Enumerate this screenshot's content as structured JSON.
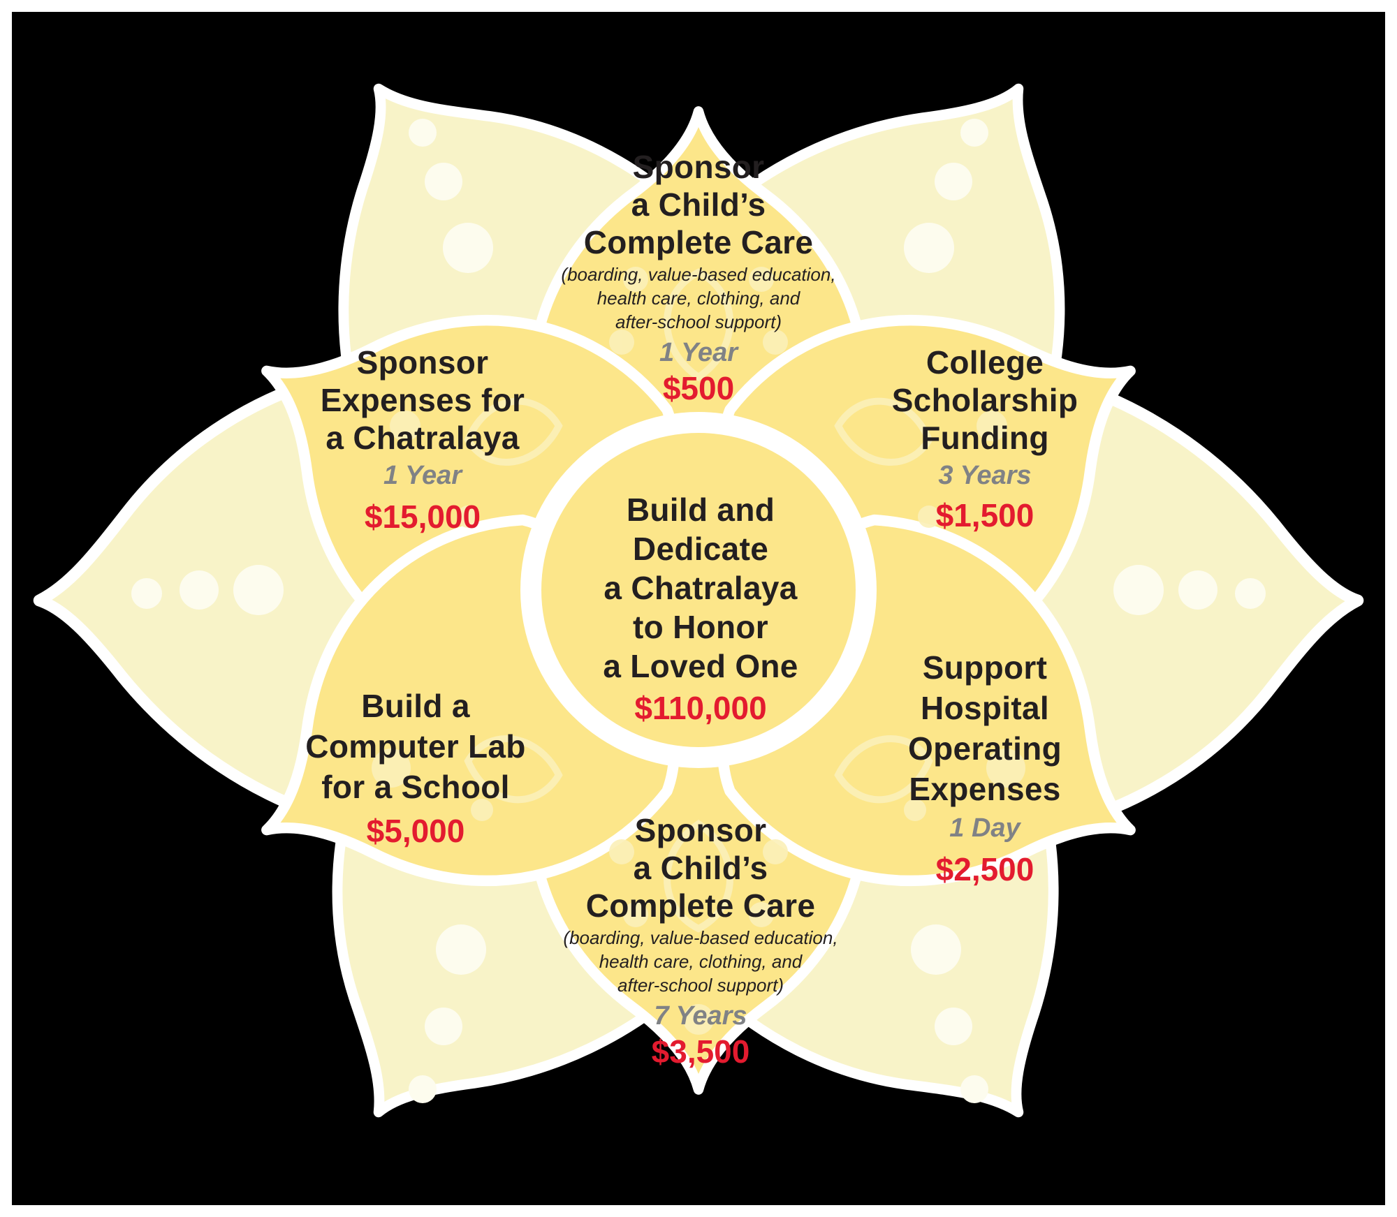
{
  "colors": {
    "background": "#000000",
    "outer_petal": "#F8F3C8",
    "inner_petal": "#FCE68A",
    "outline": "#FFFFFF",
    "title_text": "#231F20",
    "duration_text": "#808285",
    "price_text": "#E31B2F"
  },
  "center": {
    "title_lines": [
      "Build and",
      "Dedicate",
      "a Chatralaya",
      "to Honor",
      "a Loved One"
    ],
    "price": "$110,000"
  },
  "petals": {
    "top": {
      "title_lines": [
        "Sponsor",
        "a Child’s",
        "Complete Care"
      ],
      "desc_lines": [
        "(boarding, value-based education,",
        "health care, clothing, and",
        "after-school support)"
      ],
      "duration": "1 Year",
      "price": "$500"
    },
    "upper_left": {
      "title_lines": [
        "Sponsor",
        "Expenses for",
        "a Chatralaya"
      ],
      "duration": "1 Year",
      "price": "$15,000"
    },
    "upper_right": {
      "title_lines": [
        "College",
        "Scholarship",
        "Funding"
      ],
      "duration": "3 Years",
      "price": "$1,500"
    },
    "lower_left": {
      "title_lines": [
        "Build a",
        "Computer Lab",
        "for a School"
      ],
      "price": "$5,000"
    },
    "lower_right": {
      "title_lines": [
        "Support",
        "Hospital",
        "Operating",
        "Expenses"
      ],
      "duration": "1 Day",
      "price": "$2,500"
    },
    "bottom": {
      "title_lines": [
        "Sponsor",
        "a Child’s",
        "Complete Care"
      ],
      "desc_lines": [
        "(boarding, value-based education,",
        "health care, clothing, and",
        "after-school support)"
      ],
      "duration": "7 Years",
      "price": "$3,500"
    }
  }
}
